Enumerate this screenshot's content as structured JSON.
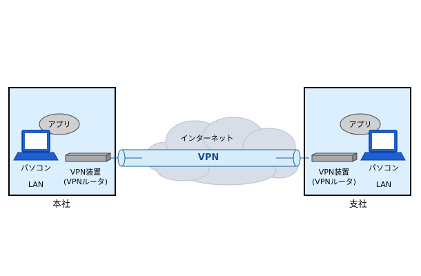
{
  "colors": {
    "site_fill": "#dcefff",
    "site_border": "#000000",
    "pc_blue": "#1f5fd0",
    "pc_border": "#0c3e9e",
    "cloud_fill": "#d7dee8",
    "tunnel_fill": "#d6ecf8",
    "tunnel_edge": "#1f5fa5",
    "router_fill": "#a8a8a8"
  },
  "head_office": {
    "caption": "本社",
    "app_label": "アプリ",
    "pc_label": "パソコン",
    "lan_label": "LAN",
    "router_label_1": "VPN装置",
    "router_label_2": "(VPNルータ)"
  },
  "branch_office": {
    "caption": "支社",
    "app_label": "アプリ",
    "pc_label": "パソコン",
    "lan_label": "LAN",
    "router_label_1": "VPN装置",
    "router_label_2": "(VPNルータ)"
  },
  "internet": {
    "label": "インターネット",
    "tunnel_label": "VPN"
  }
}
